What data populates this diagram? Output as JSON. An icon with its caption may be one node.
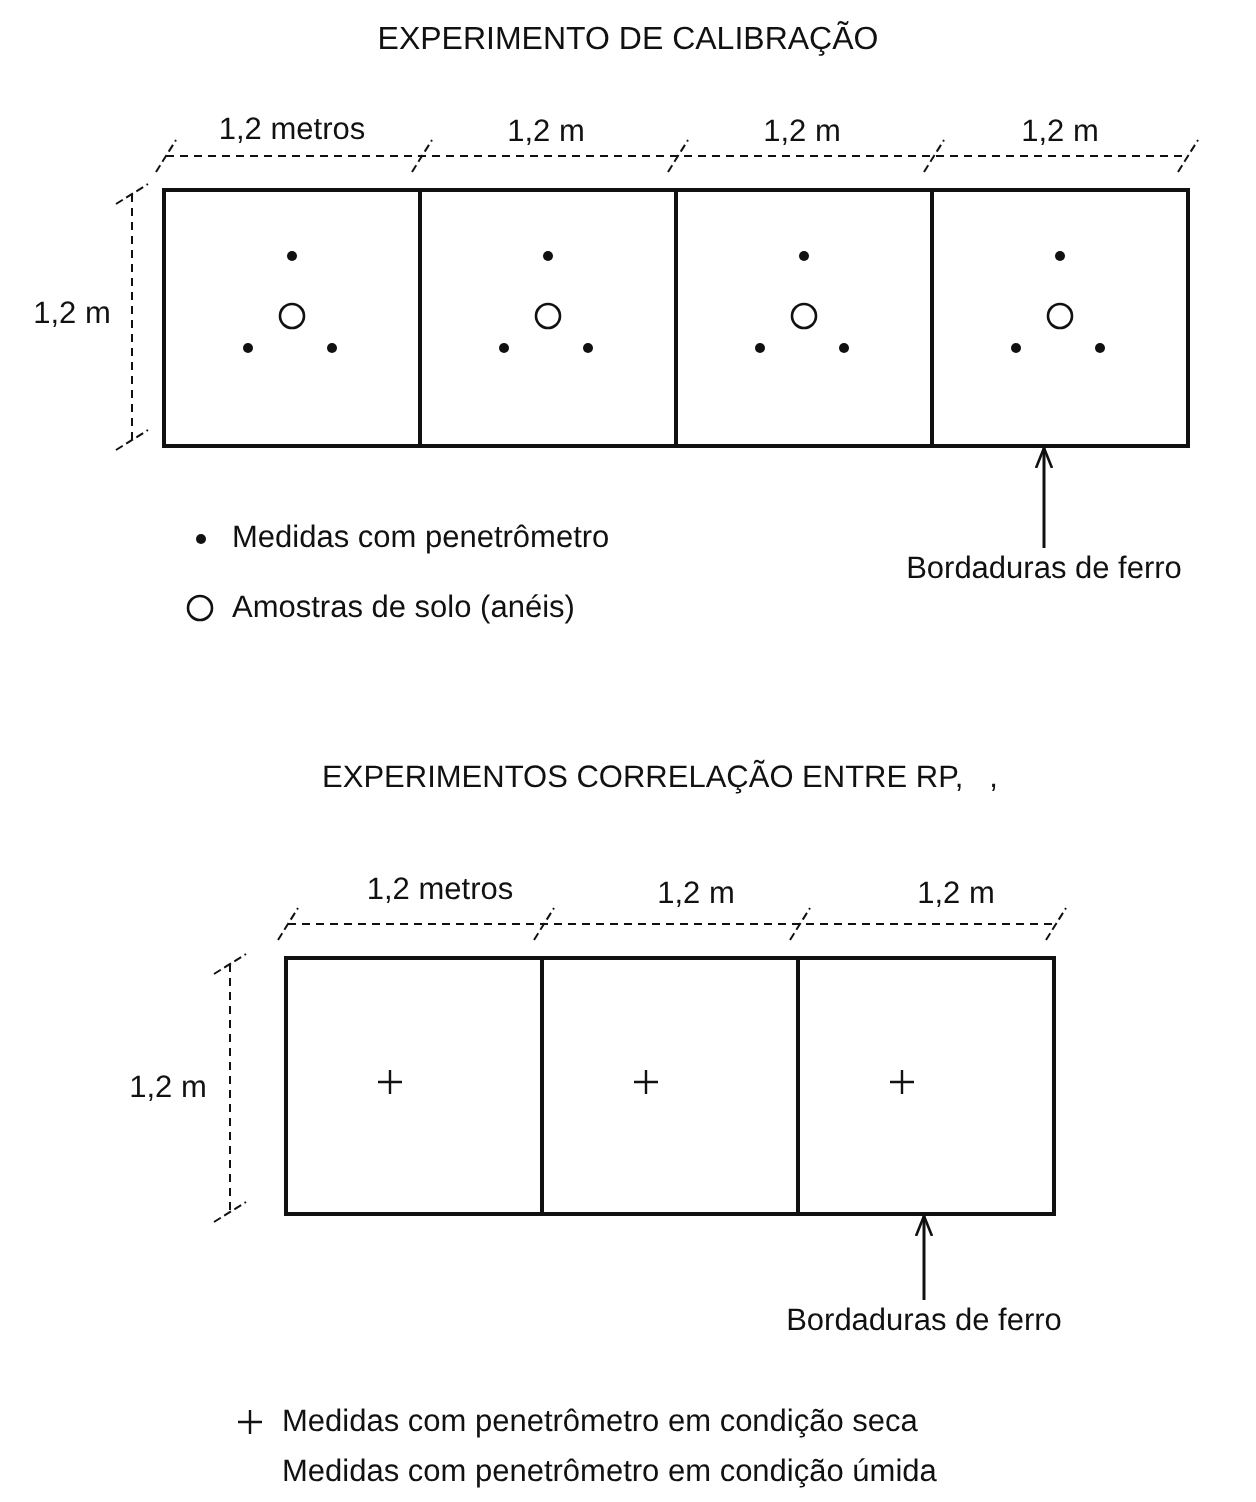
{
  "diagram": {
    "nodes": [
      {
        "text": [],
        "shape": "box"
      },
      {
        "text": [],
        "shape": "box"
      },
      {
        "text": [],
        "shape": "box"
      },
      {
        "text": [],
        "shape": "box"
      },
      {
        "text": [
          "Bordaduras de ferro"
        ]
      },
      {
        "text": [],
        "shape": "box"
      },
      {
        "text": [],
        "shape": "box"
      },
      {
        "text": [],
        "shape": "box"
      },
      {
        "text": [
          "Bordaduras de ferro"
        ]
      }
    ],
    "edges": [
      {
        "from": 4,
        "to": 3,
        "arrow": "to"
      },
      {
        "from": 8,
        "to": 7,
        "arrow": "to"
      }
    ],
    "labels": [
      "EXPERIMENTO DE CALIBRAÇÃO",
      "1,2 metros",
      "1,2 m",
      "1,2 m",
      "1,2 m",
      "1,2 m",
      "EXPERIMENTOS CORRELAÇÃO ENTRE RP,   ,",
      "1,2 metros",
      "1,2 m",
      "1,2 m",
      "1,2 m"
    ],
    "legend": [
      {
        "text": "Medidas com penetrômetro"
      },
      {
        "text": "Amostras de solo (anéis)"
      },
      {
        "text": "Medidas com penetrômetro em condição seca"
      },
      {
        "text": "Medidas com penetrômetro em condição úmida"
      }
    ]
  }
}
